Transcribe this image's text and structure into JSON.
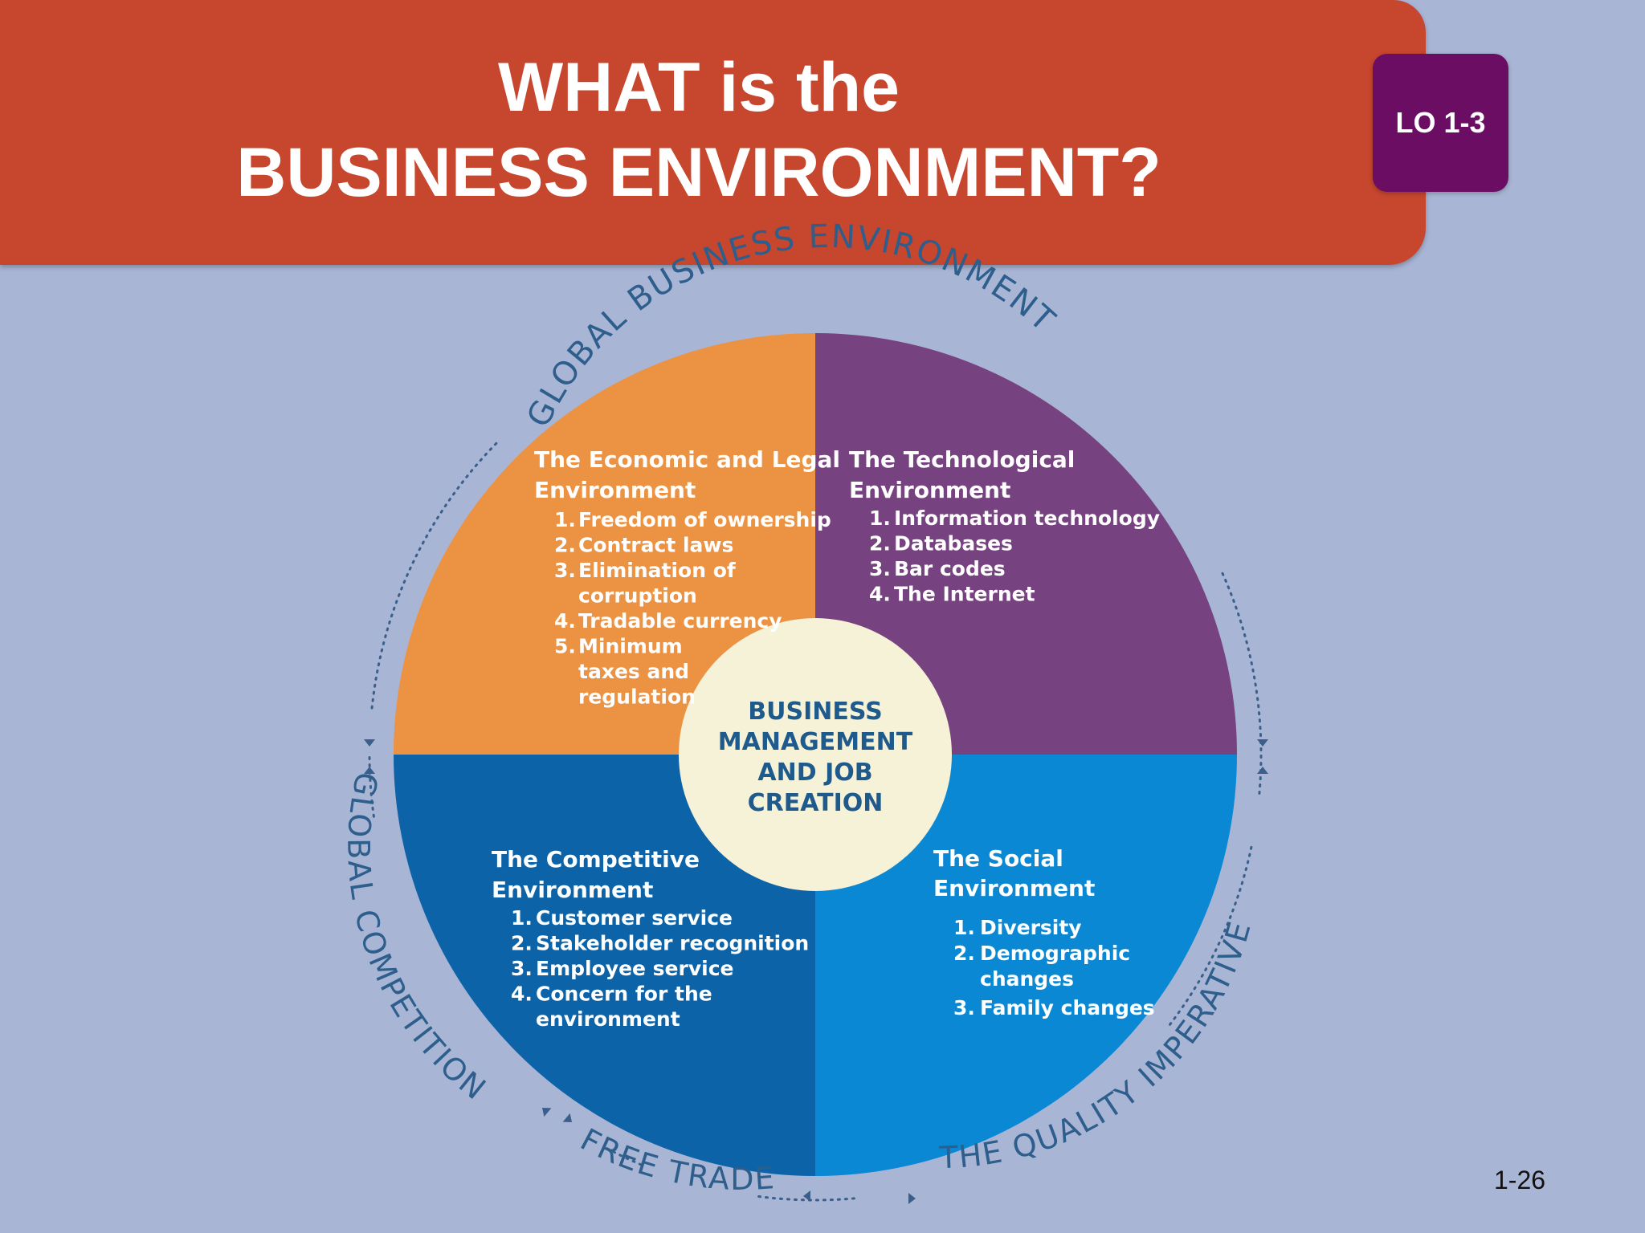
{
  "slide": {
    "title_line_1": "WHAT is the",
    "title_line_2": "BUSINESS ENVIRONMENT?",
    "badge": "LO 1-3",
    "slide_number": "1-26"
  },
  "diagram": {
    "center": [
      "BUSINESS",
      "MANAGEMENT",
      "AND JOB",
      "CREATION"
    ],
    "outer_labels": {
      "top": "GLOBAL BUSINESS ENVIRONMENT",
      "left": "GLOBAL COMPETITION",
      "bottom": "FREE TRADE",
      "right": "THE QUALITY IMPERATIVE"
    },
    "quadrants": [
      {
        "id": "economic-legal",
        "color": "#ec9243",
        "title": [
          "The Economic and Legal",
          "Environment"
        ],
        "items": [
          {
            "num": "1.",
            "lines": [
              "Freedom of ownership"
            ]
          },
          {
            "num": "2.",
            "lines": [
              "Contract laws"
            ]
          },
          {
            "num": "3.",
            "lines": [
              "Elimination of",
              "corruption"
            ]
          },
          {
            "num": "4.",
            "lines": [
              "Tradable currency"
            ]
          },
          {
            "num": "5.",
            "lines": [
              "Minimum",
              "taxes and",
              "regulation"
            ]
          }
        ]
      },
      {
        "id": "technological",
        "color": "#76427f",
        "title": [
          "The Technological",
          "Environment"
        ],
        "items": [
          {
            "num": "1.",
            "lines": [
              "Information technology"
            ]
          },
          {
            "num": "2.",
            "lines": [
              "Databases"
            ]
          },
          {
            "num": "3.",
            "lines": [
              "Bar codes"
            ]
          },
          {
            "num": "4.",
            "lines": [
              "The Internet"
            ]
          }
        ]
      },
      {
        "id": "competitive",
        "color": "#0d63a8",
        "title": [
          "The Competitive",
          "Environment"
        ],
        "items": [
          {
            "num": "1.",
            "lines": [
              "Customer service"
            ]
          },
          {
            "num": "2.",
            "lines": [
              "Stakeholder recognition"
            ]
          },
          {
            "num": "3.",
            "lines": [
              "Employee service"
            ]
          },
          {
            "num": "4.",
            "lines": [
              "Concern for the",
              "environment"
            ]
          }
        ]
      },
      {
        "id": "social",
        "color": "#0a88d4",
        "title": [
          "The Social",
          "Environment"
        ],
        "items": [
          {
            "num": "1.",
            "lines": [
              "Diversity"
            ]
          },
          {
            "num": "2.",
            "lines": [
              "Demographic",
              "changes"
            ]
          },
          {
            "num": "3.",
            "lines": [
              "Family changes"
            ]
          }
        ]
      }
    ],
    "colors": {
      "center_fill": "#f6f2d8",
      "center_text": "#1e5a8c",
      "outer_text": "#2d5e8c",
      "banner": "#c7462e",
      "badge": "#6a0d63",
      "background": "#a9b5d5"
    }
  }
}
